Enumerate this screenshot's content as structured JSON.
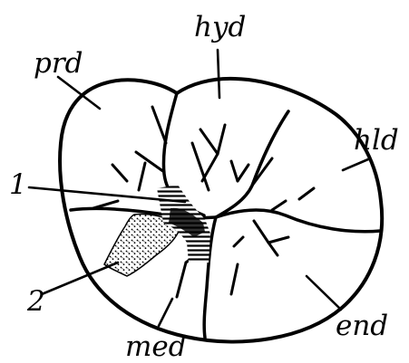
{
  "diagram": {
    "labels": {
      "hyd": "hyd",
      "prd": "prd",
      "hld": "hld",
      "end": "end",
      "med": "med",
      "one": "1",
      "two": "2"
    },
    "colors": {
      "ink": "#000000",
      "background": "#ffffff"
    }
  }
}
